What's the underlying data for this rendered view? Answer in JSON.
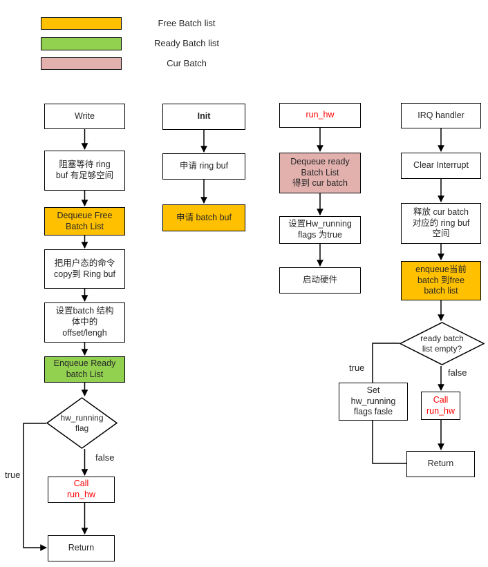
{
  "legend": {
    "free_label": "Free Batch list",
    "ready_label": "Ready Batch list",
    "cur_label": "Cur Batch"
  },
  "colors": {
    "free": "#FFC000",
    "ready": "#92D050",
    "cur": "#E2B1AE",
    "red": "#FF0000"
  },
  "branch_labels": {
    "write_true": "true",
    "write_false": "false",
    "irq_true": "true",
    "irq_false": "false"
  },
  "write_flow": {
    "title": "Write",
    "wait_ring": "阻塞等待 ring\nbuf 有足够空间",
    "dequeue_free": "Dequeue Free\nBatch List",
    "copy_cmd": "把用户态的命令\ncopy到 Ring buf",
    "set_batch": "设置batch 结构\n体中的\noffset/lengh",
    "enqueue_ready": "Enqueue Ready\nbatch List",
    "hw_running_check": "hw_running\nflag",
    "call_run_hw": "Call\nrun_hw",
    "return_label": "Return"
  },
  "init_flow": {
    "title": "Init",
    "alloc_ring": "申请 ring buf",
    "alloc_batch": "申请 batch buf"
  },
  "run_hw_flow": {
    "title": "run_hw",
    "dequeue_ready": "Dequeue ready\nBatch List\n得到 cur batch",
    "set_flag": "设置Hw_running\nflags 为true",
    "start_hw": "启动硬件"
  },
  "irq_flow": {
    "title": "IRQ handler",
    "clear_interrupt": "Clear Interrupt",
    "release_ring": "释放 cur batch\n对应的 ring buf\n空间",
    "enqueue_free": "enqueue当前\nbatch 到free\nbatch list",
    "empty_check": "ready batch\nlist empty?",
    "set_flags_false": "Set\nhw_running\nflags fasle",
    "call_run_hw": "Call\nrun_hw",
    "return_label": "Return"
  }
}
